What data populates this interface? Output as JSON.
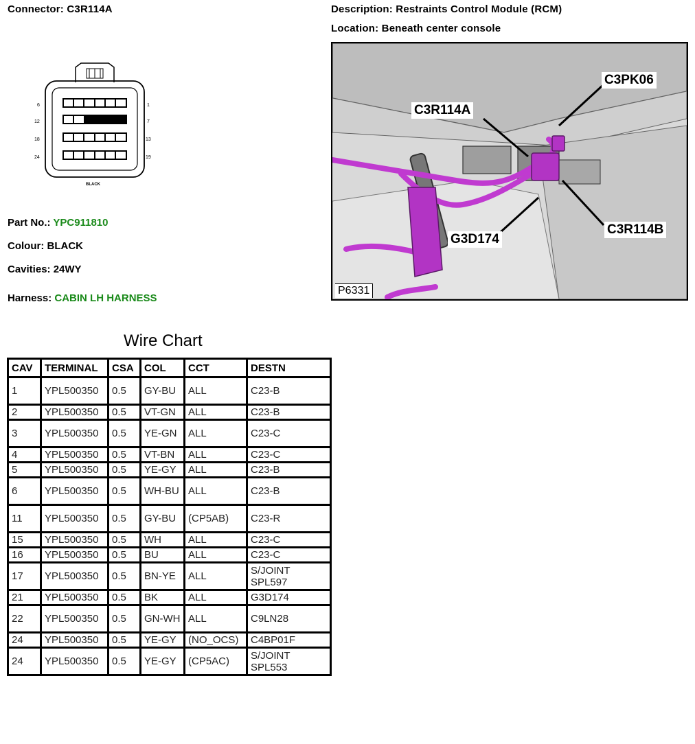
{
  "header": {
    "connector_label": "Connector:",
    "connector_value": "C3R114A",
    "description_label": "Description:",
    "description_value": "Restraints Control Module (RCM)",
    "location_label": "Location:",
    "location_value": "Beneath center console"
  },
  "connector_diagram": {
    "pin_labels_left": [
      "6",
      "12",
      "18",
      "24"
    ],
    "pin_labels_right": [
      "1",
      "7",
      "13",
      "19"
    ],
    "colour_caption": "BLACK"
  },
  "details": {
    "part_label": "Part No.:",
    "part_value": "YPC911810",
    "colour_label": "Colour:",
    "colour_value": "BLACK",
    "cavities_label": "Cavities:",
    "cavities_value": "24WY",
    "harness_label": "Harness:",
    "harness_value": "CABIN LH HARNESS"
  },
  "photo": {
    "callouts": [
      "C3PK06",
      "C3R114A",
      "C3R114B",
      "G3D174"
    ],
    "image_id": "P6331"
  },
  "wire_chart": {
    "title": "Wire Chart",
    "headers": [
      "CAV",
      "TERMINAL",
      "CSA",
      "COL",
      "CCT",
      "DESTN"
    ],
    "rows": [
      [
        "1",
        "YPL500350",
        "0.5",
        "GY-BU",
        "ALL",
        "C23-B"
      ],
      [
        "2",
        "YPL500350",
        "0.5",
        "VT-GN",
        "ALL",
        "C23-B"
      ],
      [
        "3",
        "YPL500350",
        "0.5",
        "YE-GN",
        "ALL",
        "C23-C"
      ],
      [
        "4",
        "YPL500350",
        "0.5",
        "VT-BN",
        "ALL",
        "C23-C"
      ],
      [
        "5",
        "YPL500350",
        "0.5",
        "YE-GY",
        "ALL",
        "C23-B"
      ],
      [
        "6",
        "YPL500350",
        "0.5",
        "WH-BU",
        "ALL",
        "C23-B"
      ],
      [
        "11",
        "YPL500350",
        "0.5",
        "GY-BU",
        "(CP5AB)",
        "C23-R"
      ],
      [
        "15",
        "YPL500350",
        "0.5",
        "WH",
        "ALL",
        "C23-C"
      ],
      [
        "16",
        "YPL500350",
        "0.5",
        "BU",
        "ALL",
        "C23-C"
      ],
      [
        "17",
        "YPL500350",
        "0.5",
        "BN-YE",
        "ALL",
        "S/JOINT SPL597"
      ],
      [
        "21",
        "YPL500350",
        "0.5",
        "BK",
        "ALL",
        "G3D174"
      ],
      [
        "22",
        "YPL500350",
        "0.5",
        "GN-WH",
        "ALL",
        "C9LN28"
      ],
      [
        "24",
        "YPL500350",
        "0.5",
        "YE-GY",
        "(NO_OCS)",
        "C4BP01F"
      ],
      [
        "24",
        "YPL500350",
        "0.5",
        "YE-GY",
        "(CP5AC)",
        "S/JOINT SPL553"
      ]
    ]
  },
  "colors": {
    "highlight_green": "#1a8a1a",
    "harness_magenta": "#c03ad0"
  }
}
